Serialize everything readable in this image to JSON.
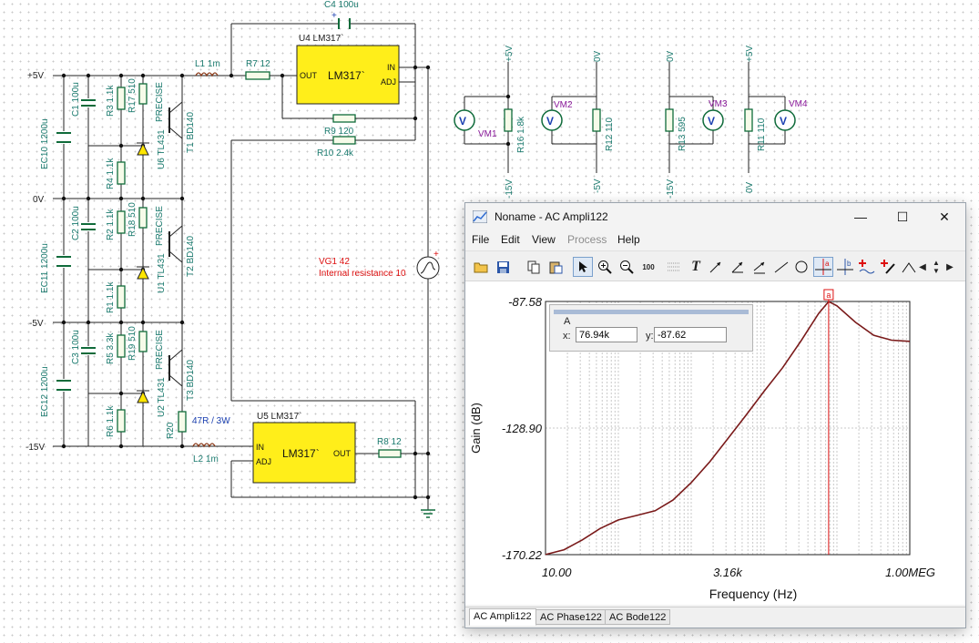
{
  "schematic": {
    "rails": [
      "+5V",
      "0V",
      "-5V",
      "-15V"
    ],
    "top_rail_labels": [
      "+5V",
      "0V",
      "0V",
      "+5V"
    ],
    "bottom_rail_labels": [
      "-15V",
      "-5V",
      "-15V",
      "0V"
    ],
    "components": {
      "c4": "C4 100u",
      "u4": "U4 LM317`",
      "ic_name": "LM317`",
      "pin_in": "IN",
      "pin_adj": "ADJ",
      "pin_out": "OUT",
      "l1": "L1 1m",
      "r7": "R7 12",
      "r9": "R9 120",
      "r10": "R10 2.4k",
      "c1": "C1 100u",
      "r3": "R3 1.1k",
      "r17": "R17 510",
      "precise": "PRECISE",
      "t1": "T1 BD140",
      "u6": "U6 TL431",
      "ec10": "EC10 1200u",
      "r4": "R4 1.1k",
      "c2": "C2 100u",
      "r2": "R2 1.1k",
      "r18": "R18 510",
      "t2": "T2 BD140",
      "u1": "U1 TL431",
      "ec11": "EC11 1200u",
      "r1": "R1 1.1k",
      "c3": "C3 100u",
      "r5": "R5 3.3k",
      "r19": "R19 510",
      "t3": "T3 BD140",
      "u2": "U2 TL431",
      "ec12": "EC12 1200u",
      "r6": "R6 1.1k",
      "r20": "R20",
      "r20_value": "47R / 3W",
      "l2": "L2 1m",
      "u5": "U5 LM317`",
      "r8": "R8 12",
      "vg1": "VG1 42",
      "vg1_note": "Internal resistance 10",
      "vm1": "VM1",
      "vm2": "VM2",
      "vm3": "VM3",
      "vm4": "VM4",
      "r16": "R16 1.8k",
      "r12": "R12 110",
      "r13": "R13 595",
      "r11": "R11 110",
      "meter_symbol": "V",
      "plus": "+",
      "minus": "-"
    }
  },
  "window": {
    "title": "Noname - AC Ampli122",
    "controls": {
      "minimize": "—",
      "maximize": "☐",
      "close": "✕"
    },
    "menu": [
      "File",
      "Edit",
      "View",
      "Process",
      "Help"
    ],
    "disabled_menu": [
      "Process"
    ],
    "toolbar_icons": [
      "open-folder-icon",
      "save-icon",
      "copy-icon",
      "paste-icon",
      "pointer-icon",
      "zoom-in-icon",
      "zoom-out-icon",
      "zoom-100-icon",
      "grid-icon",
      "text-icon",
      "arrow-tool-icon",
      "arrow-tool-2-icon",
      "arrow-tool-3-icon",
      "line-icon",
      "circle-icon",
      "cursor-a-icon",
      "cursor-b-icon",
      "add-trace-icon",
      "probe-icon",
      "marker-icon",
      "scroll-left-icon",
      "scroll-up-icon",
      "scroll-down-icon",
      "scroll-right-icon"
    ],
    "toolbar_glyphs": {
      "text": "T",
      "zoom_100": "100",
      "cursor_a": "a",
      "cursor_b": "b"
    },
    "cursor_box": {
      "name": "A",
      "x_label": "x:",
      "x_value": "76.94k",
      "y_label": "y:",
      "y_value": "-87.62"
    },
    "cursor_marker": "a",
    "tabs": [
      "AC Ampli122",
      "AC Phase122",
      "AC Bode122"
    ],
    "active_tab": "AC Ampli122"
  },
  "chart_data": {
    "type": "line",
    "title": "",
    "xlabel": "Frequency (Hz)",
    "ylabel": "Gain (dB)",
    "x_scale": "log",
    "xlim": [
      10,
      1000000
    ],
    "ylim": [
      -170.22,
      -87.58
    ],
    "x_tick_labels": [
      "10.00",
      "3.16k",
      "1.00MEG"
    ],
    "x_ticks": [
      10,
      3162,
      1000000
    ],
    "y_tick_labels": [
      "-87.58",
      "-128.90",
      "-170.22"
    ],
    "y_ticks": [
      -87.58,
      -128.9,
      -170.22
    ],
    "grid": true,
    "cursor_x": 76940,
    "series": [
      {
        "name": "",
        "color": "#7a1a1a",
        "x": [
          10,
          18,
          32,
          56,
          100,
          180,
          320,
          560,
          1000,
          1800,
          3200,
          5600,
          10000,
          18000,
          32000,
          56000,
          76940,
          100000,
          180000,
          320000,
          560000,
          1000000
        ],
        "y": [
          -170.2,
          -168.6,
          -165.4,
          -161.7,
          -158.9,
          -157.4,
          -155.9,
          -152.4,
          -146.7,
          -139.9,
          -132.3,
          -124.8,
          -116.9,
          -109.2,
          -100.5,
          -91.5,
          -87.6,
          -89.0,
          -94.4,
          -98.6,
          -100.2,
          -100.6
        ]
      }
    ]
  }
}
